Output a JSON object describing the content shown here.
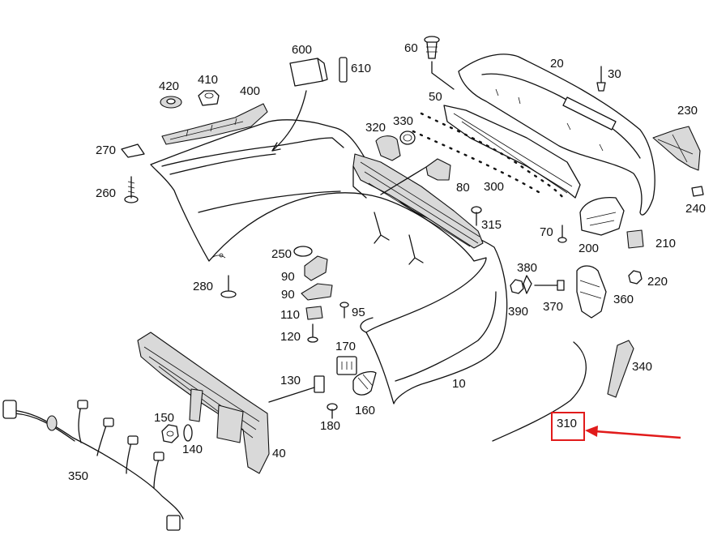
{
  "diagram": {
    "part_labels": [
      "600",
      "610",
      "420",
      "410",
      "400",
      "60",
      "20",
      "30",
      "50",
      "320",
      "330",
      "230",
      "270",
      "260",
      "80",
      "300",
      "315",
      "240",
      "70",
      "200",
      "210",
      "250",
      "90",
      "90",
      "280",
      "380",
      "220",
      "95",
      "110",
      "120",
      "390",
      "370",
      "360",
      "170",
      "340",
      "130",
      "10",
      "160",
      "150",
      "310",
      "180",
      "140",
      "40",
      "350"
    ],
    "highlighted_part": "310",
    "highlight_color": "#e11b1b"
  }
}
